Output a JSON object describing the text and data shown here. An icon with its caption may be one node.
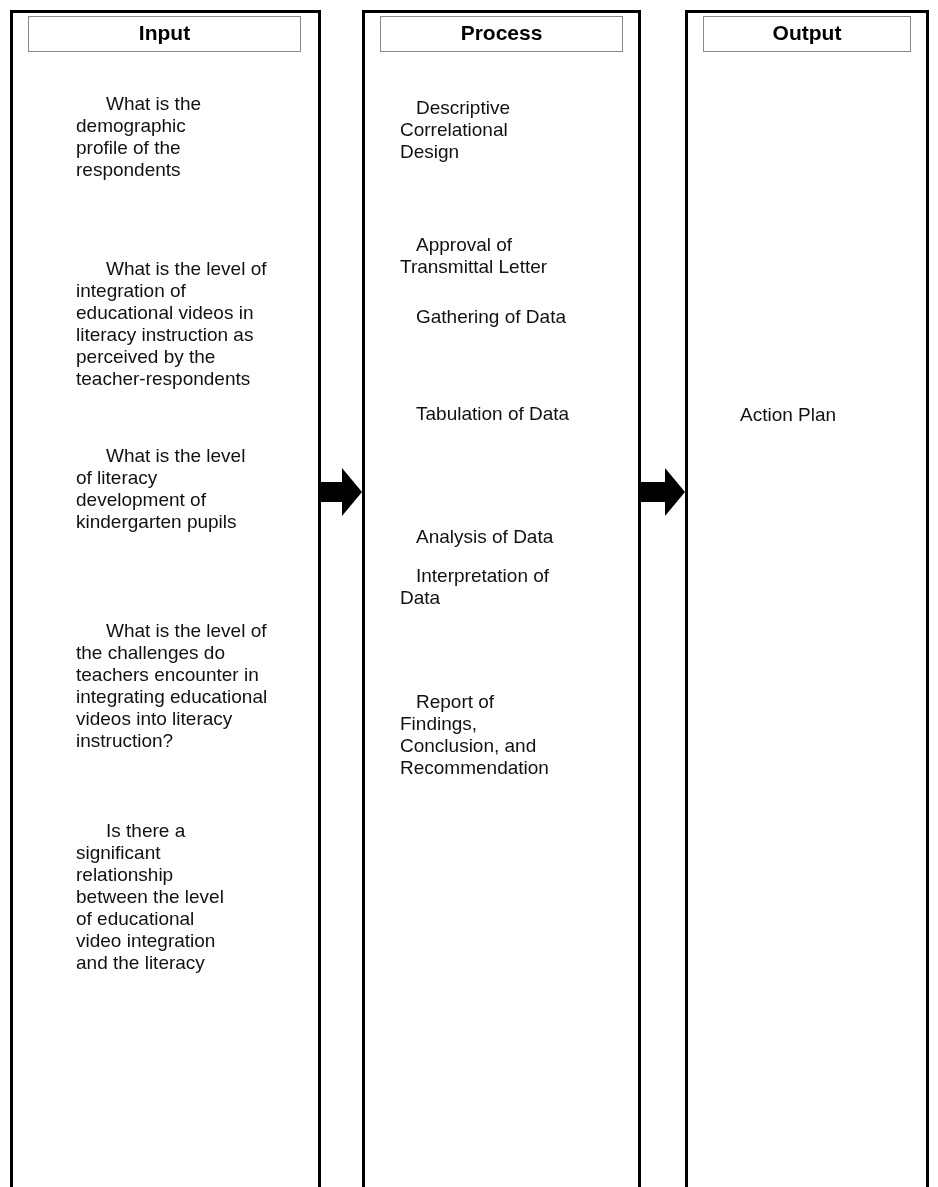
{
  "diagram": {
    "nodes": [
      {
        "text": [
          "What is the demographic profile of the respondents",
          "What is the level of integration of educational videos in literacy instruction as perceived by the teacher-respondents",
          "What is the level of literacy development of kindergarten pupils",
          "What is the level of the challenges do teachers encounter in integrating educational videos into literacy instruction?",
          "Is there a significant relationship between the level of educational video integration and the literacy"
        ]
      },
      {
        "text": [
          "Input"
        ],
        "in": 0
      },
      {
        "text": [
          "Descriptive Correlational Design",
          "Approval of Transmittal Letter",
          "Gathering of Data",
          "Tabulation of Data",
          "Analysis of Data",
          "Interpretation of Data",
          "Report of Findings, Conclusion, and Recommendation"
        ]
      },
      {
        "text": [
          "Process"
        ],
        "in": 2
      },
      {
        "text": [
          "Action Plan"
        ]
      },
      {
        "text": [
          "Output"
        ],
        "in": 4
      }
    ],
    "edges": [
      {
        "from": 0,
        "to": 2,
        "arrow": "to"
      },
      {
        "from": 2,
        "to": 4,
        "arrow": "to"
      }
    ]
  }
}
